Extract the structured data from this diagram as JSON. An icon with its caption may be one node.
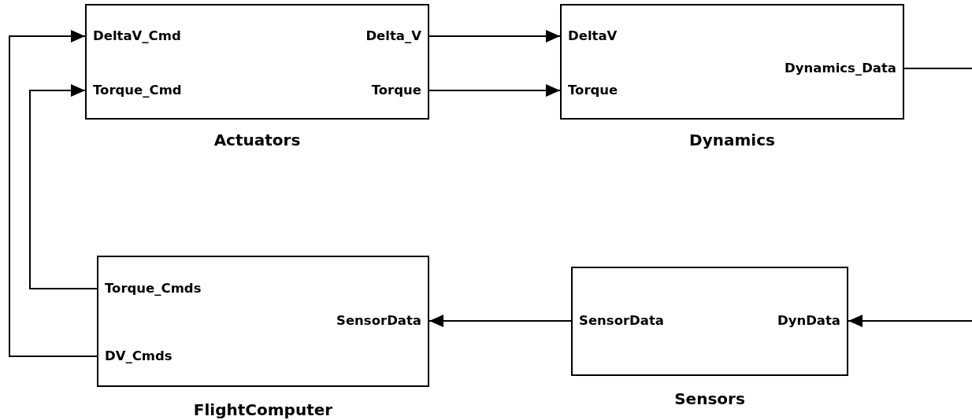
{
  "diagram": {
    "nodes": [
      {
        "text": [
          "Actuators"
        ]
      },
      {
        "text": [
          "DeltaV_Cmd"
        ],
        "in": 0
      },
      {
        "text": [
          "Torque_Cmd"
        ],
        "in": 0
      },
      {
        "text": [
          "Delta_V"
        ],
        "in": 0
      },
      {
        "text": [
          "Torque"
        ],
        "in": 0
      },
      {
        "text": [
          "Dynamics"
        ]
      },
      {
        "text": [
          "DeltaV"
        ],
        "in": 5
      },
      {
        "text": [
          "Torque"
        ],
        "in": 5
      },
      {
        "text": [
          "Dynamics_Data"
        ],
        "in": 5
      },
      {
        "text": [
          "FlightComputer"
        ]
      },
      {
        "text": [
          "Torque_Cmds"
        ],
        "in": 9
      },
      {
        "text": [
          "DV_Cmds"
        ],
        "in": 9
      },
      {
        "text": [
          "SensorData"
        ],
        "in": 9
      },
      {
        "text": [
          "Sensors"
        ]
      },
      {
        "text": [
          "SensorData"
        ],
        "in": 13
      },
      {
        "text": [
          "DynData"
        ],
        "in": 13
      }
    ],
    "edges": [
      {
        "from": 3,
        "to": 6,
        "arrow": "to"
      },
      {
        "from": 4,
        "to": 7,
        "arrow": "to"
      },
      {
        "from": 8,
        "to": null,
        "arrow": "none"
      },
      {
        "from": null,
        "to": 15,
        "arrow": "to"
      },
      {
        "from": 14,
        "to": 12,
        "arrow": "to"
      },
      {
        "from": 10,
        "to": 2,
        "arrow": "to"
      },
      {
        "from": 11,
        "to": 1,
        "arrow": "to"
      }
    ]
  }
}
